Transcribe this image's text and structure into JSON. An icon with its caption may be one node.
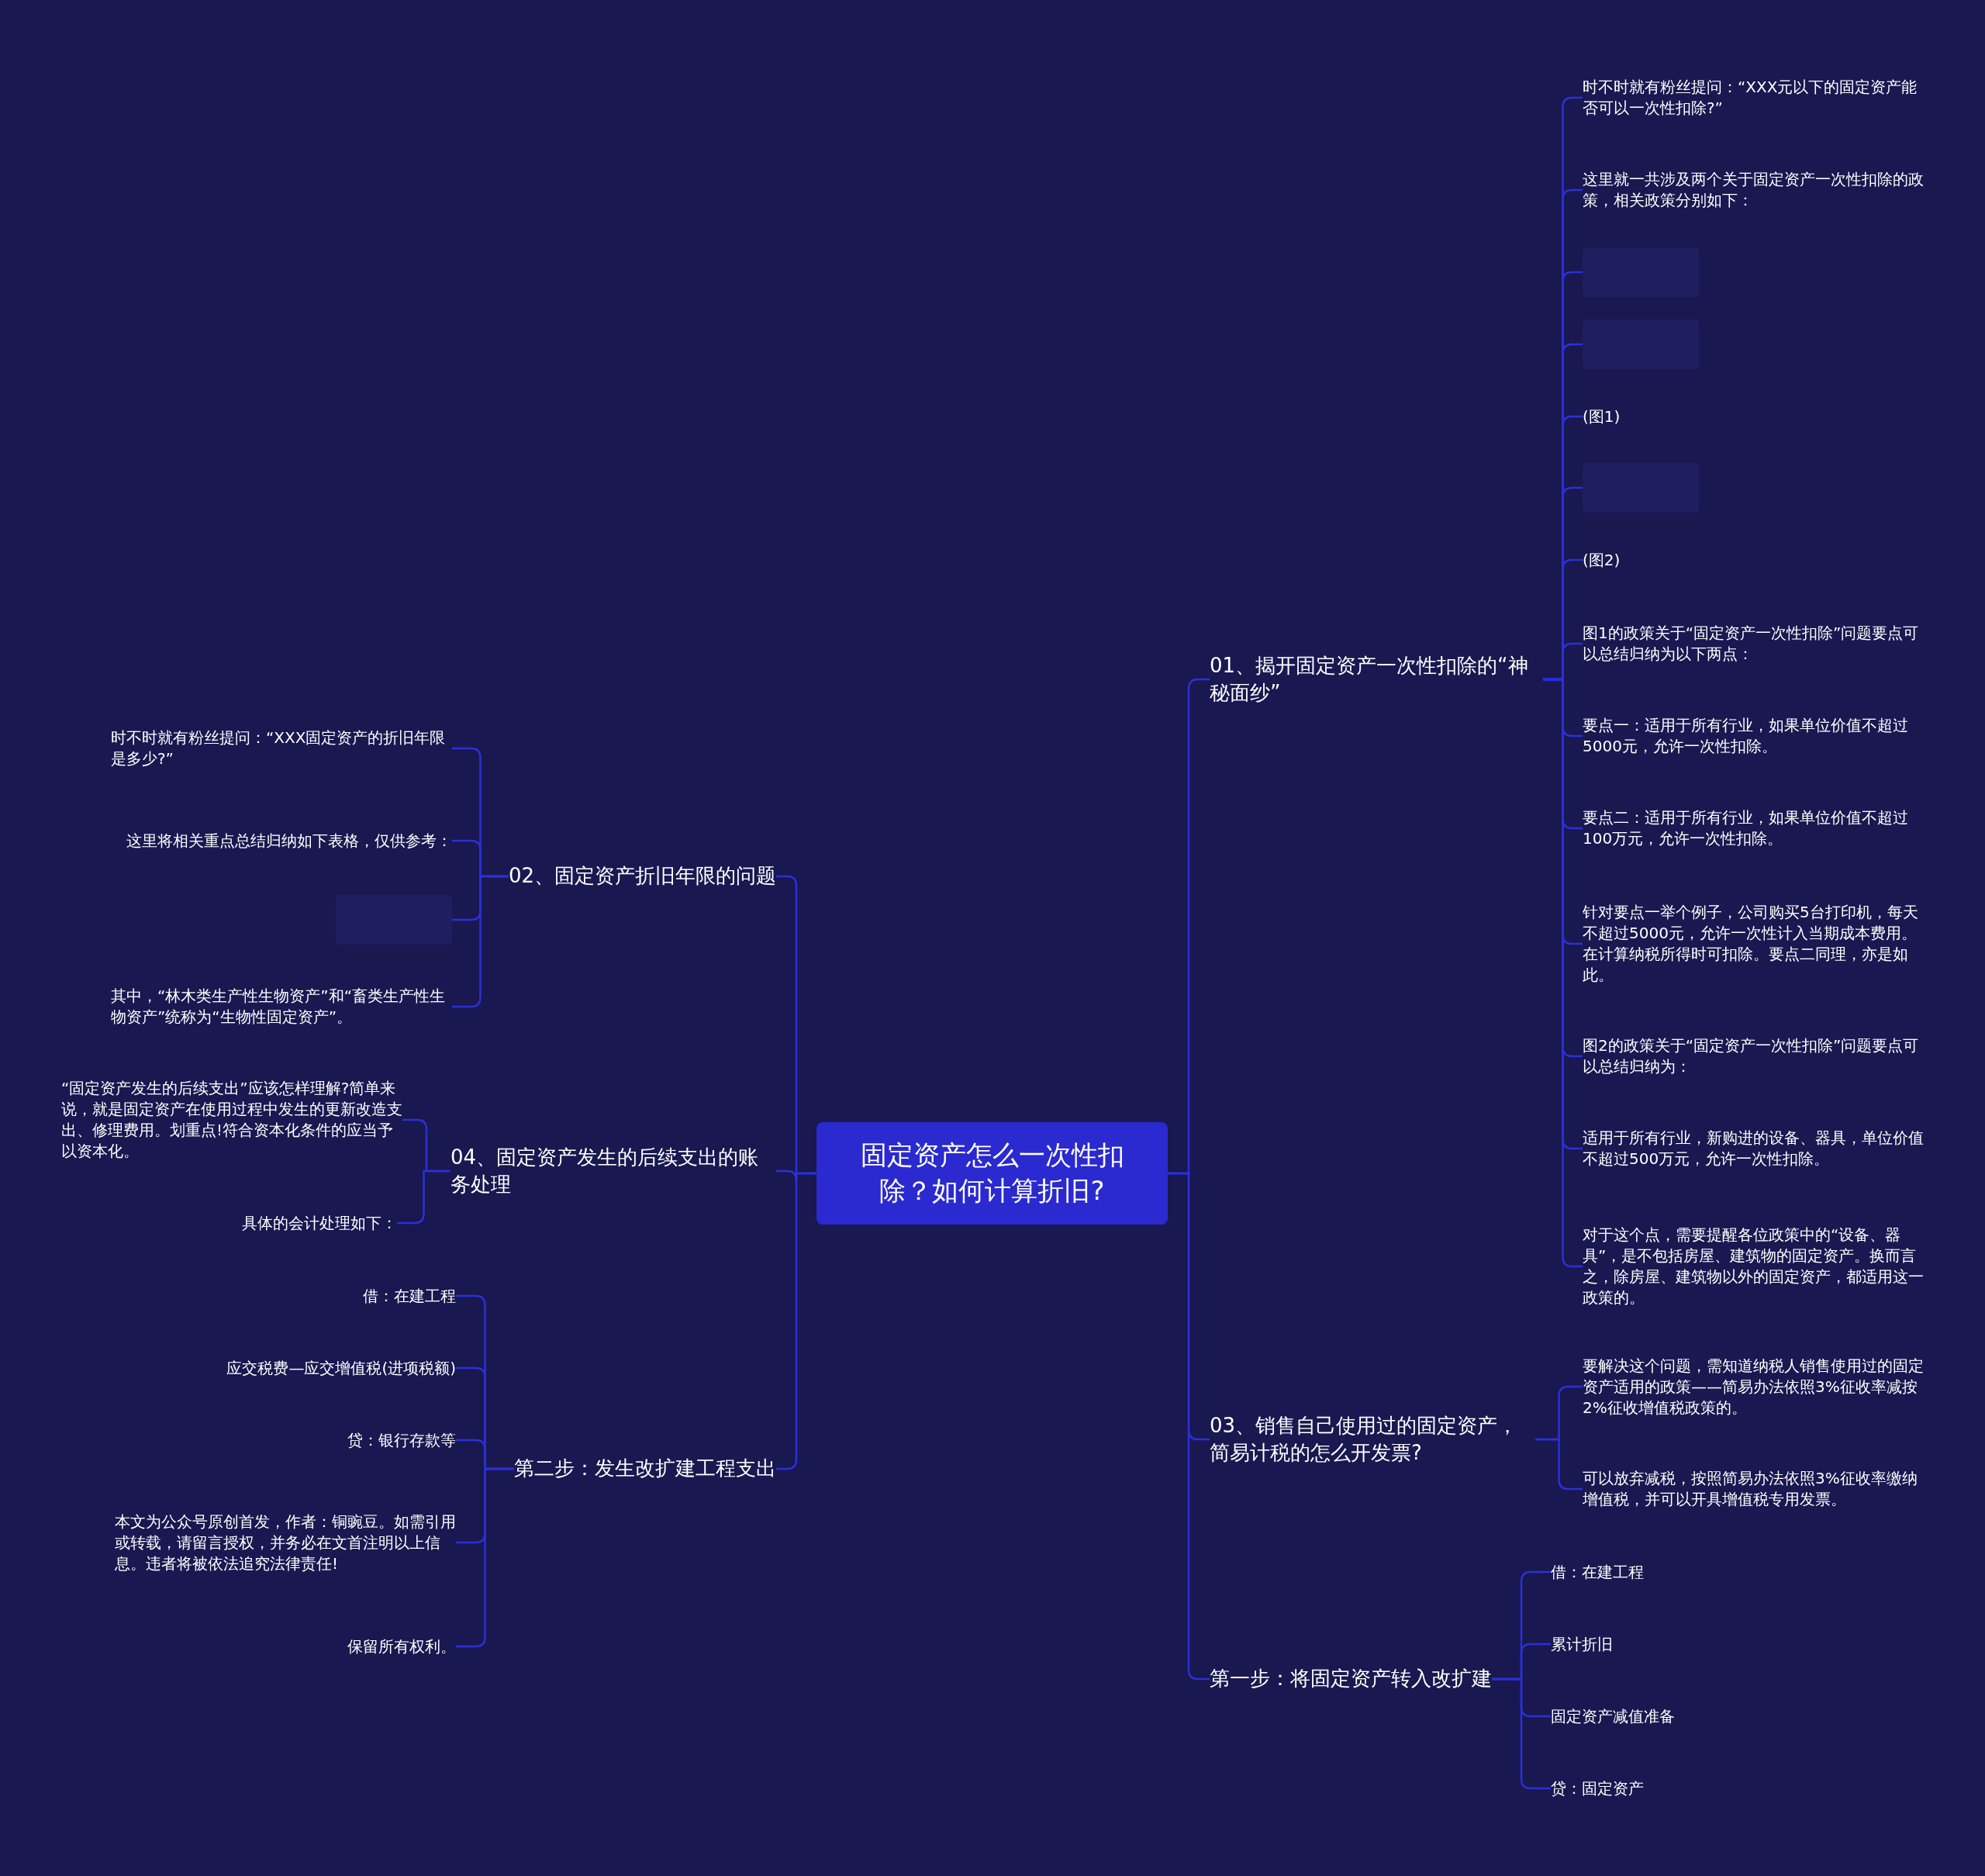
{
  "diagram": {
    "nodes": [
      {
        "text": [
          "固定资产怎么一次性扣除？如何计算折旧?"
        ]
      },
      {
        "text": [
          "01、揭开固定资产一次性扣除的“神秘面纱”"
        ]
      },
      {
        "text": [
          "时不时就有粉丝提问：“XXX元以下的固定资产能否可以一次性扣除?”"
        ]
      },
      {
        "text": [
          "这里就一共涉及两个关于固定资产一次性扣除的政策，相关政策分别如下："
        ]
      },
      {
        "text": [],
        "shape": "box"
      },
      {
        "text": [],
        "shape": "box"
      },
      {
        "text": [
          "(图1)"
        ]
      },
      {
        "text": [],
        "shape": "box"
      },
      {
        "text": [
          "(图2)"
        ]
      },
      {
        "text": [
          "图1的政策关于“固定资产一次性扣除”问题要点可以总结归纳为以下两点："
        ]
      },
      {
        "text": [
          "要点一：适用于所有行业，如果单位价值不超过5000元，允许一次性扣除。"
        ]
      },
      {
        "text": [
          "要点二：适用于所有行业，如果单位价值不超过100万元，允许一次性扣除。"
        ]
      },
      {
        "text": [
          "针对要点一举个例子，公司购买5台打印机，每天不超过5000元，允许一次性计入当期成本费用。在计算纳税所得时可扣除。要点二同理，亦是如此。"
        ]
      },
      {
        "text": [
          "图2的政策关于“固定资产一次性扣除”问题要点可以总结归纳为："
        ]
      },
      {
        "text": [
          "适用于所有行业，新购进的设备、器具，单位价值不超过500万元，允许一次性扣除。"
        ]
      },
      {
        "text": [
          "对于这个点，需要提醒各位政策中的“设备、器具”，是不包括房屋、建筑物的固定资产。换而言之，除房屋、建筑物以外的固定资产，都适用这一政策的。"
        ]
      },
      {
        "text": [
          "03、销售自己使用过的固定资产，简易计税的怎么开发票?"
        ]
      },
      {
        "text": [
          "要解决这个问题，需知道纳税人销售使用过的固定资产适用的政策——简易办法依照3%征收率减按2%征收增值税政策的。"
        ]
      },
      {
        "text": [
          "可以放弃减税，按照简易办法依照3%征收率缴纳增值税，并可以开具增值税专用发票。"
        ]
      },
      {
        "text": [
          "第一步：将固定资产转入改扩建"
        ]
      },
      {
        "text": [
          "借：在建工程"
        ]
      },
      {
        "text": [
          "累计折旧"
        ]
      },
      {
        "text": [
          "固定资产减值准备"
        ]
      },
      {
        "text": [
          "贷：固定资产"
        ]
      },
      {
        "text": [
          "02、固定资产折旧年限的问题"
        ]
      },
      {
        "text": [
          "时不时就有粉丝提问：“XXX固定资产的折旧年限是多少?”"
        ]
      },
      {
        "text": [
          "这里将相关重点总结归纳如下表格，仅供参考："
        ]
      },
      {
        "text": [],
        "shape": "box"
      },
      {
        "text": [
          "其中，“林木类生产性生物资产”和“畜类生产性生物资产”统称为“生物性固定资产”。"
        ]
      },
      {
        "text": [
          "04、固定资产发生的后续支出的账务处理"
        ]
      },
      {
        "text": [
          "“固定资产发生的后续支出”应该怎样理解?简单来说，就是固定资产在使用过程中发生的更新改造支出、修理费用。划重点!符合资本化条件的应当予以资本化。"
        ]
      },
      {
        "text": [
          "具体的会计处理如下："
        ]
      },
      {
        "text": [
          "第二步：发生改扩建工程支出"
        ]
      },
      {
        "text": [
          "借：在建工程"
        ]
      },
      {
        "text": [
          "应交税费—应交增值税(进项税额)"
        ]
      },
      {
        "text": [
          "贷：银行存款等"
        ]
      },
      {
        "text": [
          "本文为公众号原创首发，作者：铜豌豆。如需引用或转载，请留言授权，并务必在文首注明以上信息。违者将被依法追究法律责任!"
        ]
      },
      {
        "text": [
          "保留所有权利。"
        ]
      }
    ],
    "edges": [
      {
        "from": 0,
        "to": 1,
        "arrow": "none"
      },
      {
        "from": 0,
        "to": 16,
        "arrow": "none"
      },
      {
        "from": 0,
        "to": 19,
        "arrow": "none"
      },
      {
        "from": 0,
        "to": 24,
        "arrow": "none"
      },
      {
        "from": 0,
        "to": 29,
        "arrow": "none"
      },
      {
        "from": 0,
        "to": 32,
        "arrow": "none"
      },
      {
        "from": 1,
        "to": 2,
        "arrow": "none"
      },
      {
        "from": 1,
        "to": 3,
        "arrow": "none"
      },
      {
        "from": 1,
        "to": 4,
        "arrow": "none"
      },
      {
        "from": 1,
        "to": 5,
        "arrow": "none"
      },
      {
        "from": 1,
        "to": 6,
        "arrow": "none"
      },
      {
        "from": 1,
        "to": 7,
        "arrow": "none"
      },
      {
        "from": 1,
        "to": 8,
        "arrow": "none"
      },
      {
        "from": 1,
        "to": 9,
        "arrow": "none"
      },
      {
        "from": 1,
        "to": 10,
        "arrow": "none"
      },
      {
        "from": 1,
        "to": 11,
        "arrow": "none"
      },
      {
        "from": 1,
        "to": 12,
        "arrow": "none"
      },
      {
        "from": 1,
        "to": 13,
        "arrow": "none"
      },
      {
        "from": 1,
        "to": 14,
        "arrow": "none"
      },
      {
        "from": 1,
        "to": 15,
        "arrow": "none"
      },
      {
        "from": 16,
        "to": 17,
        "arrow": "none"
      },
      {
        "from": 16,
        "to": 18,
        "arrow": "none"
      },
      {
        "from": 19,
        "to": 20,
        "arrow": "none"
      },
      {
        "from": 19,
        "to": 21,
        "arrow": "none"
      },
      {
        "from": 19,
        "to": 22,
        "arrow": "none"
      },
      {
        "from": 19,
        "to": 23,
        "arrow": "none"
      },
      {
        "from": 24,
        "to": 25,
        "arrow": "none"
      },
      {
        "from": 24,
        "to": 26,
        "arrow": "none"
      },
      {
        "from": 24,
        "to": 27,
        "arrow": "none"
      },
      {
        "from": 24,
        "to": 28,
        "arrow": "none"
      },
      {
        "from": 29,
        "to": 30,
        "arrow": "none"
      },
      {
        "from": 29,
        "to": 31,
        "arrow": "none"
      },
      {
        "from": 32,
        "to": 33,
        "arrow": "none"
      },
      {
        "from": 32,
        "to": 34,
        "arrow": "none"
      },
      {
        "from": 32,
        "to": 35,
        "arrow": "none"
      },
      {
        "from": 32,
        "to": 36,
        "arrow": "none"
      },
      {
        "from": 32,
        "to": 37,
        "arrow": "none"
      }
    ]
  }
}
